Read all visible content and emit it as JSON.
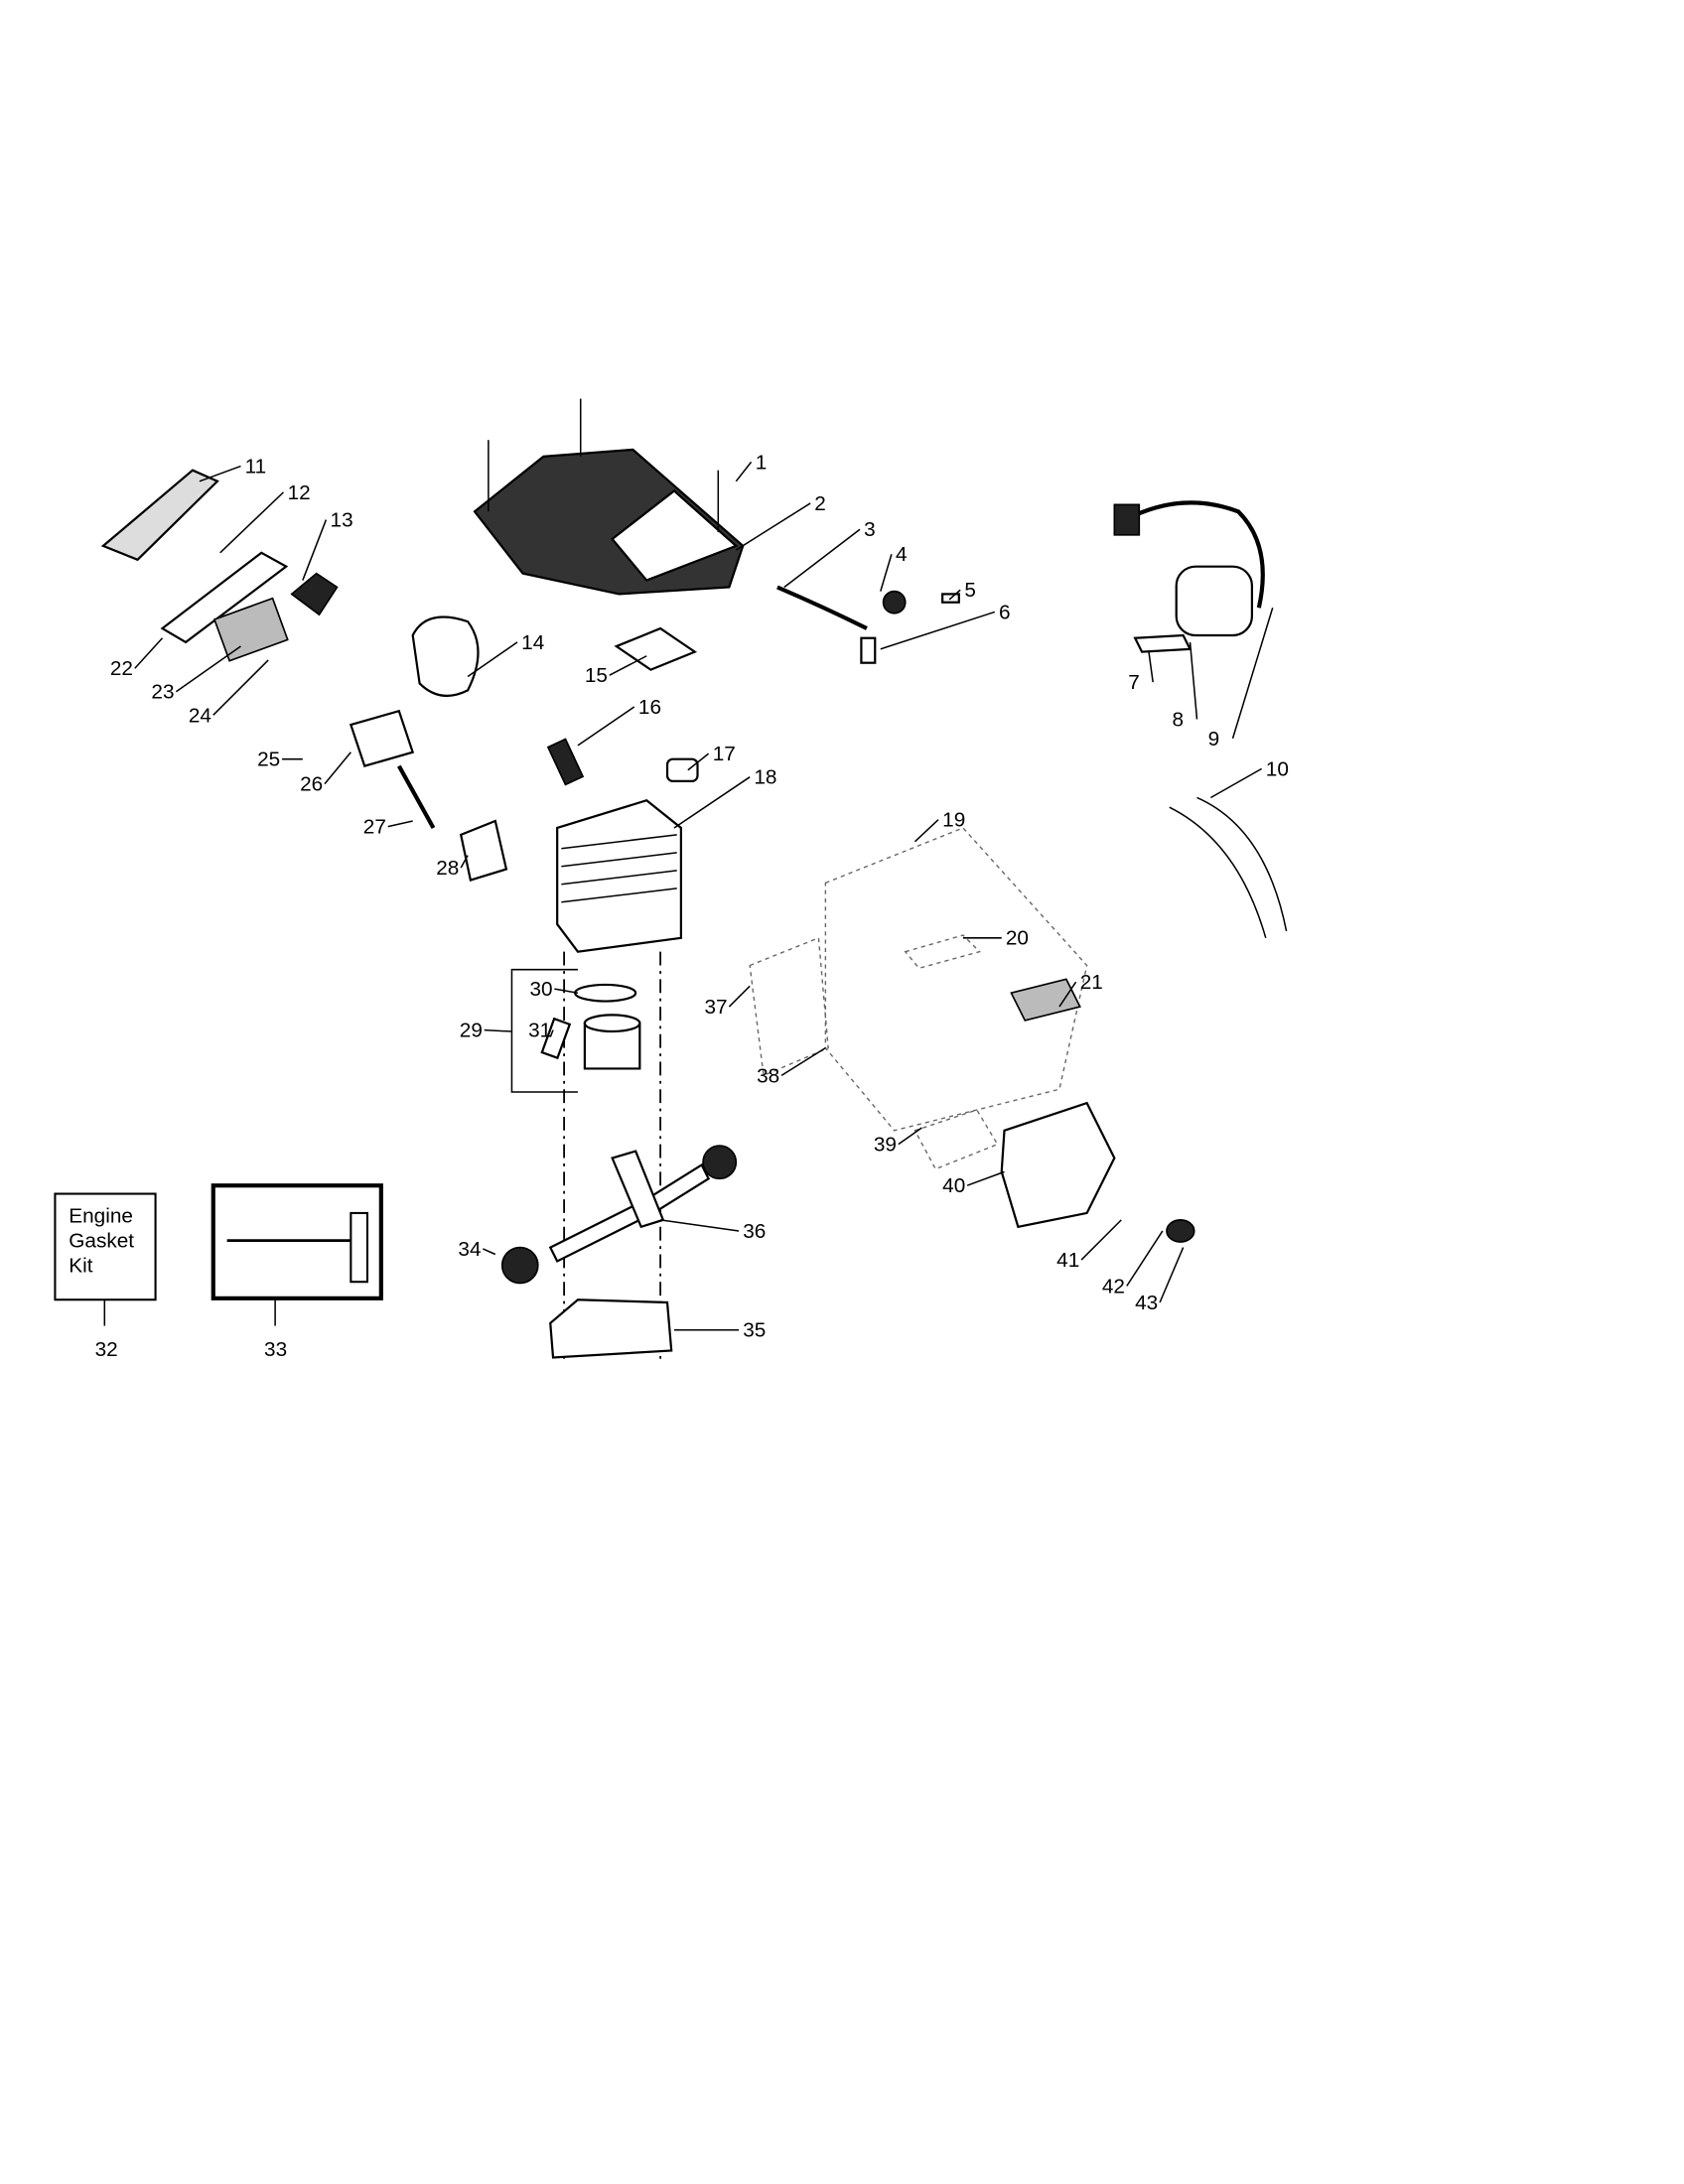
{
  "diagram": {
    "part_numbers": [
      "1",
      "2",
      "3",
      "4",
      "5",
      "6",
      "7",
      "8",
      "9",
      "10",
      "11",
      "12",
      "13",
      "14",
      "15",
      "16",
      "17",
      "18",
      "19",
      "20",
      "21",
      "22",
      "23",
      "24",
      "25",
      "26",
      "27",
      "28",
      "29",
      "30",
      "31",
      "32",
      "33",
      "34",
      "35",
      "36",
      "37",
      "38",
      "39",
      "40",
      "41",
      "42",
      "43"
    ],
    "gasket_kit_box": {
      "line1": "Engine",
      "line2": "Gasket",
      "line3": "Kit"
    }
  }
}
